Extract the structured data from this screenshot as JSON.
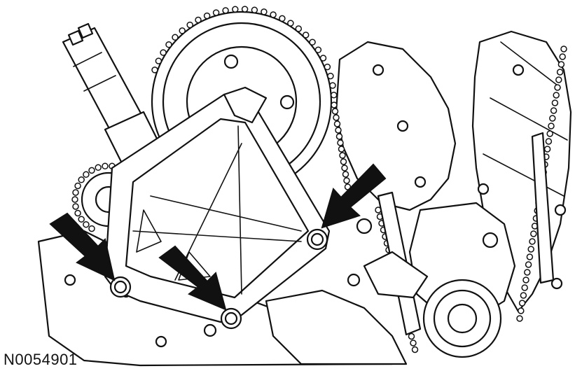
{
  "figure": {
    "id_label": "N0054901"
  },
  "callouts": [
    {
      "name": "arrow-bolt-left"
    },
    {
      "name": "arrow-bolt-bottom"
    },
    {
      "name": "arrow-bolt-right"
    }
  ]
}
